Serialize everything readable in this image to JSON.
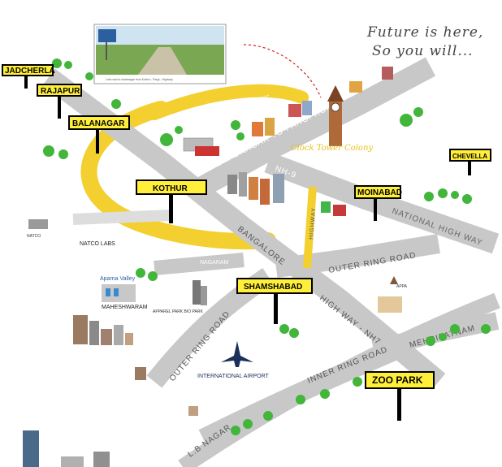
{
  "tagline": {
    "line1": "Future is here,",
    "line2": "So you will..."
  },
  "places": {
    "jadcherla": "JADCHERLA",
    "rajapur": "RAJAPUR",
    "balanagar": "BALANAGAR",
    "kothur": "KOTHUR",
    "moinabad": "MOINABAD",
    "chevella": "CHEVELLA",
    "shamshabad": "SHAMSHABAD",
    "zoo_park": "ZOO PARK"
  },
  "roads": {
    "shadnagar_pargi": "SHADNAGAR TO PARGI ROAD",
    "nh9": "NH-9",
    "national_highway": "NATIONAL HIGH WAY",
    "bangalore": "BANGALORE",
    "highway_nh7": "HIGH WAY - NH7",
    "outer_ring_right": "OUTER RING ROAD",
    "outer_ring_left": "OUTER RING ROAD",
    "inner_ring": "INNER RING ROAD",
    "mehdipatnam": "MEHDIPATNAM",
    "lb_nagar": "L.B NAGAR",
    "highway": "HIGHWAY",
    "nagaram": "NAGARAM",
    "proposed_link": "Proposed Link road kothur to shadnagar"
  },
  "landmarks": {
    "clock_tower": "Clock Tower Colony",
    "natco_labs": "NATCO LABS",
    "apparel_park": "APPAREL PARK BIO PARK",
    "maheshwaram": "MAHESHWARAM",
    "aparna_valley": "Aparna Valley",
    "international_airport": "INTERNATIONAL AIRPORT",
    "appa": "APPA"
  },
  "photo": {
    "caption": "Link road to shadnagar from Kothur - Pargi - Highway"
  },
  "colors": {
    "road": "#c8c8c8",
    "sign": "#ffef3a",
    "link_road": "#f3cf2f",
    "tree": "#42b53b",
    "highway_vertical": "#f3cf2f"
  }
}
